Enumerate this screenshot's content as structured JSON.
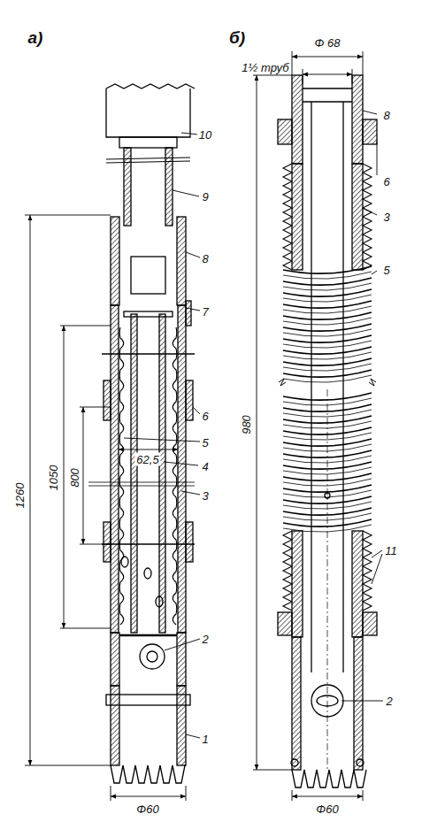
{
  "diagram": {
    "labels": [
      "а)",
      "10",
      "9",
      "8",
      "7",
      "6",
      "5",
      "4",
      "3",
      "2",
      "1",
      "1260",
      "1050",
      "800",
      "62,5",
      "Φ60",
      "б)",
      "Φ 68",
      "1½ труб",
      "8",
      "6",
      "3",
      "5",
      "11",
      "2",
      "980",
      "Φ60"
    ]
  }
}
